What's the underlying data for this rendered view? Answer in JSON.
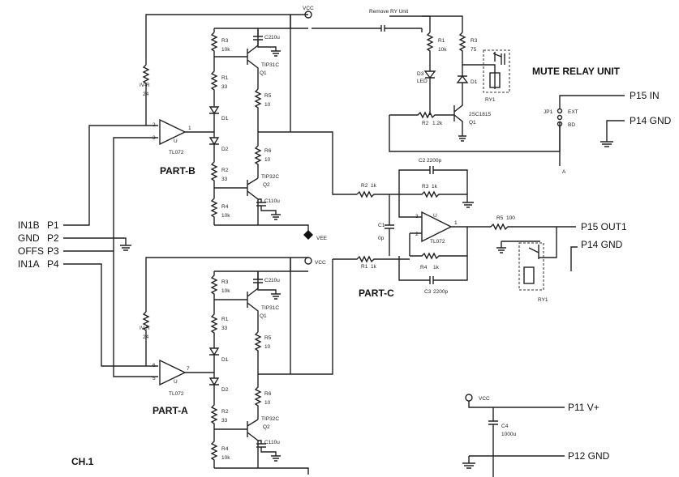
{
  "title_ch": "CH.1",
  "sections": {
    "part_b": "PART-B",
    "part_a": "PART-A",
    "part_c": "PART-C",
    "mute": "MUTE RELAY UNIT"
  },
  "pins_left": [
    {
      "name": "IN1B",
      "pin": "P1"
    },
    {
      "name": "GND",
      "pin": "P2"
    },
    {
      "name": "OFFS",
      "pin": "P3"
    },
    {
      "name": "IN1A",
      "pin": "P4"
    }
  ],
  "pins_right": {
    "p15_in": "P15 IN",
    "p14_gnd_top": "P14 GND",
    "p15_out1": "P15 OUT1",
    "p14_gnd": "P14 GND",
    "p11": "P11 V+",
    "p12": "P12 GND"
  },
  "supply": {
    "vcc": "VCC",
    "vee": "VEE",
    "remove_ry": "Remove RY Unit"
  },
  "part_b": {
    "r3": "R3",
    "r3v": "10k",
    "c2": "C2",
    "c2v": "10u",
    "q1": "TIP31C",
    "q1n": "Q1",
    "r1": "R1",
    "r1v": "33",
    "r5": "R5",
    "r5v": "10",
    "d1": "D1",
    "d2": "D2",
    "r6": "R6",
    "r6v": "10",
    "r2": "R2",
    "r2v": "33",
    "q2": "TIP32C",
    "q2n": "Q2",
    "c1": "C1",
    "c1v": "10u",
    "r4": "R4",
    "r4v": "10k",
    "ivr": "IV-R",
    "ivrv": "24",
    "u": "U",
    "ic": "TL072",
    "pin2": "2",
    "pin3": "3",
    "pin1": "1"
  },
  "part_a": {
    "r3": "R3",
    "r3v": "10k",
    "c2": "C2",
    "c2v": "10u",
    "q1": "TIP31C",
    "q1n": "Q1",
    "r1": "R1",
    "r1v": "33",
    "r5": "R5",
    "r5v": "10",
    "d1": "D1",
    "d2": "D2",
    "r6": "R6",
    "r6v": "10",
    "r2": "R2",
    "r2v": "33",
    "q2": "TIP32C",
    "q2n": "Q2",
    "c1": "C1",
    "c1v": "10u",
    "r4": "R4",
    "r4v": "10k",
    "ivr": "IV-R",
    "ivrv": "24",
    "u": "U",
    "ic": "TL072",
    "pin6": "6",
    "pin5": "5",
    "pin7": "7"
  },
  "part_c": {
    "c2": "C2",
    "c2v": "2200p",
    "r2": "R2",
    "r2v": "1k",
    "r3": "R3",
    "r3v": "1k",
    "c1": "C1",
    "c1v": "0p",
    "u": "U",
    "ic": "TL072",
    "pin3": "3",
    "pin2": "2",
    "pin1": "1",
    "r1": "R1",
    "r1v": "1k",
    "r4": "R4",
    "r4v": "1k",
    "c3": "C3",
    "c3v": "2200p",
    "r5": "R5",
    "r5v": "100",
    "ry": "RY1"
  },
  "mute": {
    "r1": "R1",
    "r1v": "10k",
    "r3": "R3",
    "r3v": "75",
    "d3": "D3",
    "led": "LED",
    "d1": "D1",
    "ry": "RY1",
    "r2": "R2",
    "r2v": "1.2k",
    "q1": "2SC1815",
    "q1n": "Q1",
    "jp": "JP1",
    "ext": "EXT",
    "bd": "BD",
    "a": "A"
  },
  "psu": {
    "c4": "C4",
    "c4v": "1000u"
  }
}
